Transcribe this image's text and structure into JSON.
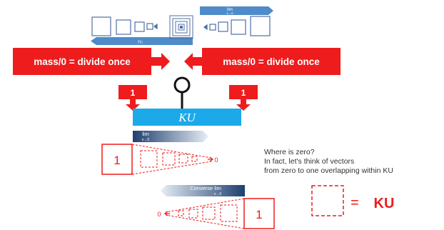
{
  "top": {
    "arrow_right_label": "lim",
    "arrow_right_sub": "x→0",
    "arrow_left_label": "n↓",
    "left_banner": "mass/0 =  divide once",
    "right_banner": "mass/0 = divide once"
  },
  "center": {
    "badge_left": "1",
    "badge_right": "1",
    "ku_bar": "KU"
  },
  "lim_arrow": {
    "label": "lim",
    "sub": "x→0"
  },
  "converse_arrow": {
    "label": "Converse lim",
    "sub": "x→0"
  },
  "cone_top": {
    "box": "1",
    "end": "0"
  },
  "cone_bottom": {
    "box": "1",
    "end": "0"
  },
  "note": {
    "line1": "Where is zero?",
    "line2": "In fact, let's think of vectors",
    "line3": "from zero to one overlapping within KU"
  },
  "legend": {
    "equals": "=",
    "label": "KU"
  },
  "colors": {
    "red": "#ee1c1c",
    "blue": "#1ba9ea",
    "navy": "#1f3f6e",
    "lightblue": "#4f8bc9"
  }
}
